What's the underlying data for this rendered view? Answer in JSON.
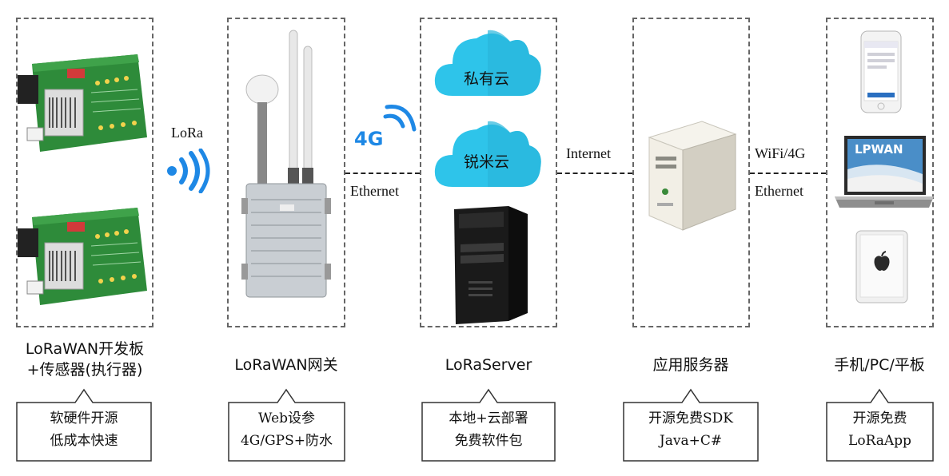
{
  "connections": {
    "lora": "LoRa",
    "cellular": "4G",
    "ethernet_left": "Ethernet",
    "internet": "Internet",
    "wifi_4g": "WiFi/4G",
    "ethernet_right": "Ethernet"
  },
  "clouds": {
    "private_cloud": "私有云",
    "ruimi_cloud": "锐米云"
  },
  "laptop_brand": "LPWAN",
  "columns": [
    {
      "title_line1": "LoRaWAN开发板",
      "title_line2": "+传感器(执行器)",
      "callout_line1": "软硬件开源",
      "callout_line2": "低成本快速"
    },
    {
      "title_line1": "LoRaWAN网关",
      "callout_line1": "Web设参",
      "callout_line2": "4G/GPS+防水"
    },
    {
      "title_line1": "LoRaServer",
      "callout_line1": "本地+云部署",
      "callout_line2": "免费软件包"
    },
    {
      "title_line1": "应用服务器",
      "callout_line1": "开源免费SDK",
      "callout_line2": "Java+C#"
    },
    {
      "title_line1": "手机/PC/平板",
      "callout_line1": "开源免费",
      "callout_line2": "LoRaApp"
    }
  ],
  "colors": {
    "cloud": "#2ec4ea",
    "wifi": "#1e88e5",
    "pcb": "#2e8b3a",
    "dash": "#666666"
  }
}
